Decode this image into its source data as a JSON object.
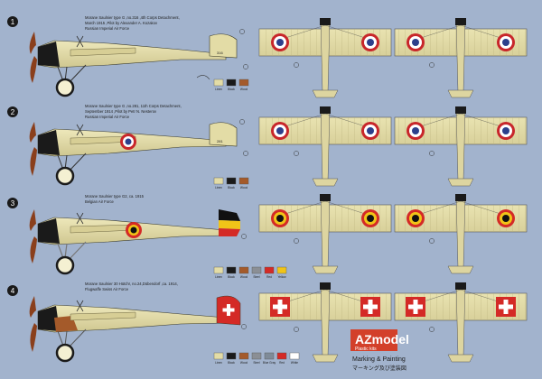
{
  "schemes": [
    {
      "number": "1",
      "caption": [
        "Morane Saulnier type G ,no.316 ,4th Corps Detachment,",
        "March 1915 ,Pilot by Alexander A. Kozakov",
        "Russian Imperial Air Force"
      ],
      "swatches": [
        {
          "label": "Linen",
          "color": "#e3dca6"
        },
        {
          "label": "Black",
          "color": "#1a1a1a"
        },
        {
          "label": "Wood",
          "color": "#a45a2a"
        }
      ]
    },
    {
      "number": "2",
      "caption": [
        "Morane Saulnier type G ,no.281, 11th Corps Detachment,",
        "September 1914 ,Pilot by Petr N. Nesterov",
        "Russian Imperial Air Force"
      ],
      "swatches": [
        {
          "label": "Linen",
          "color": "#e3dca6"
        },
        {
          "label": "Black",
          "color": "#1a1a1a"
        },
        {
          "label": "Wood",
          "color": "#a45a2a"
        }
      ]
    },
    {
      "number": "3",
      "caption": [
        "Morane Saulnier type G2, ca. 1915",
        "Belgian Air Force"
      ],
      "swatches": [
        {
          "label": "Linen",
          "color": "#e3dca6"
        },
        {
          "label": "Black",
          "color": "#1a1a1a"
        },
        {
          "label": "Wood",
          "color": "#a45a2a"
        },
        {
          "label": "Steel",
          "color": "#8b8f95"
        },
        {
          "label": "Red",
          "color": "#d42a26"
        },
        {
          "label": "Yellow",
          "color": "#f0c418"
        }
      ]
    },
    {
      "number": "4",
      "caption": [
        "Morane Saulnier 30 Hütchr, no.24,Dübendorf ,ca. 1914,",
        "Flugwaffe Swiss Air Force"
      ],
      "swatches": [
        {
          "label": "Linen",
          "color": "#e3dca6"
        },
        {
          "label": "Black",
          "color": "#1a1a1a"
        },
        {
          "label": "Wood",
          "color": "#a45a2a"
        },
        {
          "label": "Steel",
          "color": "#8b8f95"
        },
        {
          "label": "Blue Gray",
          "color": "#7f8b98"
        },
        {
          "label": "Red",
          "color": "#d42a26"
        },
        {
          "label": "White",
          "color": "#ffffff"
        }
      ]
    }
  ],
  "logo": {
    "brand": "AZmodel",
    "sub": "Plastic kits"
  },
  "footer": {
    "title": "Marking & Painting",
    "japanese": "マーキング及び塗装図"
  },
  "colors": {
    "background": "#a2b3cd",
    "linen": "#e3dca6",
    "russian_blue": "#2c3f8c",
    "russian_red": "#c8262a",
    "belgian_black": "#111111",
    "belgian_yellow": "#f0c418",
    "belgian_red": "#d42a26",
    "swiss_red": "#d42a26"
  }
}
